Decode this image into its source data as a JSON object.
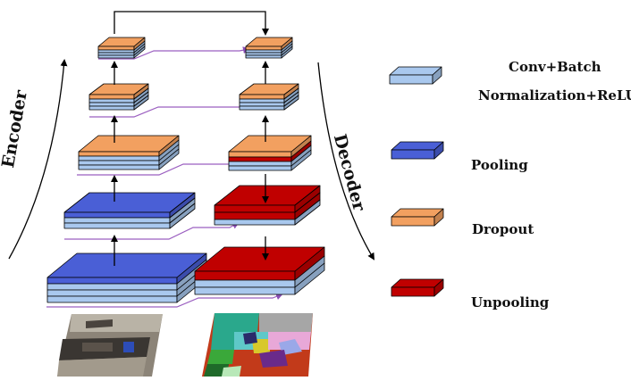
{
  "side_labels": {
    "encoder": "Encoder",
    "decoder": "Decoder"
  },
  "legend": {
    "conv_line1": "Conv+Batch",
    "conv_line2": "Normalization+ReLU",
    "pooling": "Pooling",
    "dropout": "Dropout",
    "unpooling": "Unpooling"
  },
  "colors": {
    "conv": "#a9c8ee",
    "pool": "#4a5fd6",
    "dropout": "#f2a060",
    "unpool": "#c00000",
    "skip": "#9b5fc0"
  }
}
